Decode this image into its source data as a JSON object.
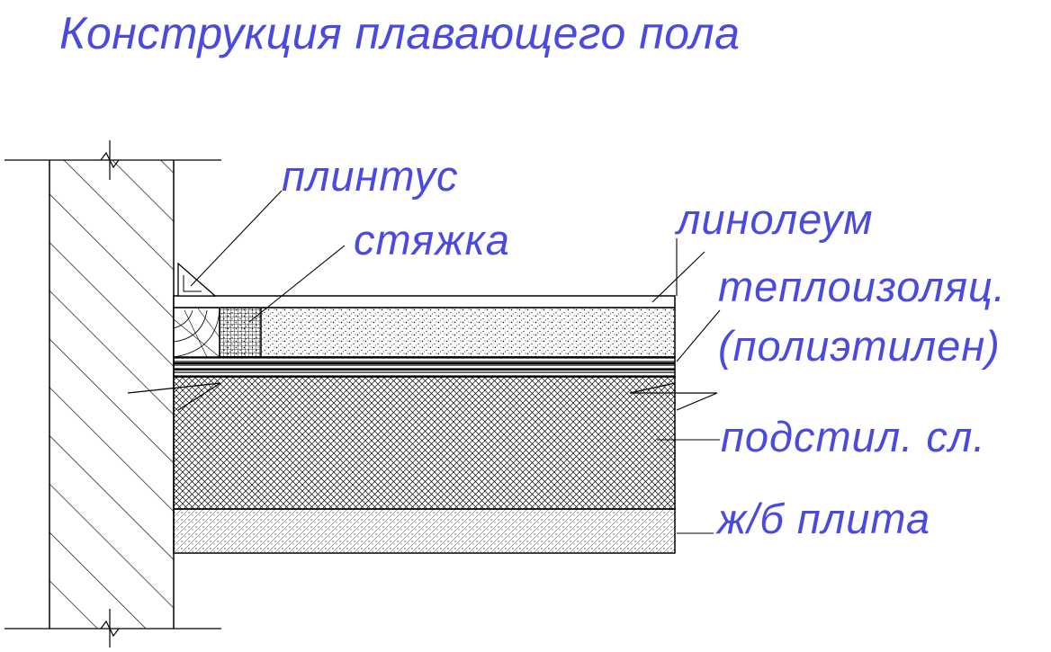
{
  "title": "Конструкция плавающего пола",
  "labels": {
    "plintus": "плинтус",
    "styazhka": "стяжка",
    "linoleum": "линолеум",
    "insulation_line1": "теплоизоляц.",
    "insulation_line2": "(полиэтилен)",
    "underlay": "подстил. сл.",
    "slab": "ж/б плита"
  },
  "colors": {
    "label_text": "#4a4ae0",
    "lines": "#000000",
    "background": "#ffffff"
  }
}
